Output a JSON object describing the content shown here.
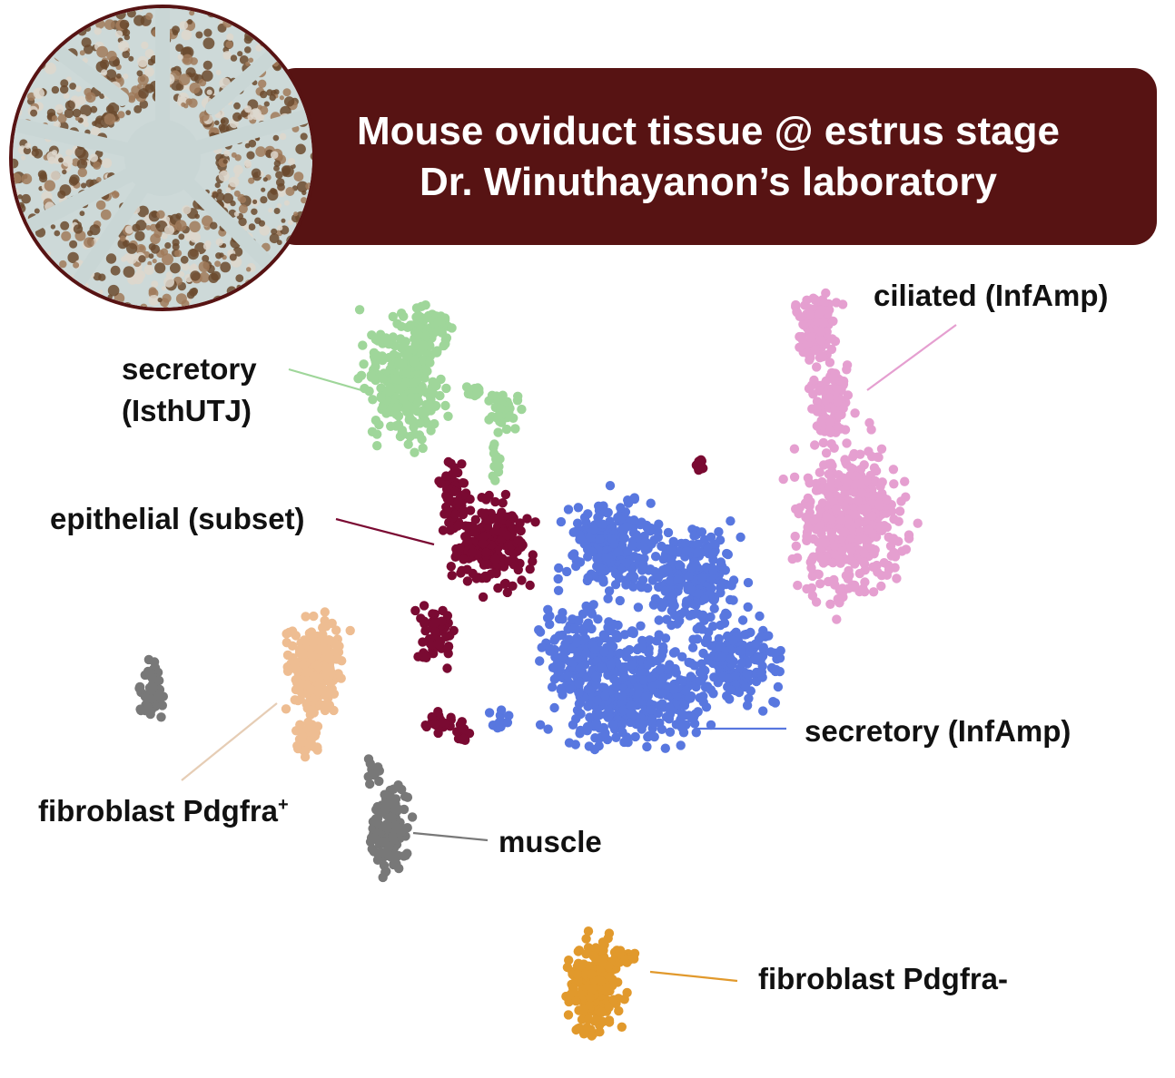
{
  "title": {
    "line1": "Mouse oviduct tissue @ estrus stage",
    "line2": "Dr. Winuthayanon’s laboratory"
  },
  "colors": {
    "banner": "#571313",
    "secretory_isthutj": "#9fd69a",
    "ciliated_infamp": "#e59fd0",
    "epithelial_subset": "#7a0a32",
    "secretory_infamp": "#5877df",
    "fibroblast_pdgfra_plus": "#eebd92",
    "muscle": "#787878",
    "fibroblast_pdgfra_minus": "#e1992c"
  },
  "chart_data": {
    "type": "scatter",
    "title": "",
    "xlabel": "",
    "ylabel": "",
    "grid": false,
    "axes_visible": false,
    "series": [
      {
        "name": "secretory (IsthUTJ)",
        "color": "#9fd69a",
        "label_line1": "secretory",
        "label_line2": "(IsthUTJ)"
      },
      {
        "name": "ciliated (InfAmp)",
        "color": "#e59fd0",
        "label_line1": "ciliated (InfAmp)",
        "label_line2": ""
      },
      {
        "name": "epithelial (subset)",
        "color": "#7a0a32",
        "label_line1": "epithelial (subset)",
        "label_line2": ""
      },
      {
        "name": "secretory (InfAmp)",
        "color": "#5877df",
        "label_line1": "secretory (InfAmp)",
        "label_line2": ""
      },
      {
        "name": "fibroblast Pdgfra+",
        "color": "#eebd92",
        "label_line1": "fibroblast Pdgfra",
        "label_sup": "+",
        "label_line2": ""
      },
      {
        "name": "muscle",
        "color": "#787878",
        "label_line1": "muscle",
        "label_line2": ""
      },
      {
        "name": "fibroblast Pdgfra-",
        "color": "#e1992c",
        "label_line1": "fibroblast Pdgfra-",
        "label_line2": ""
      }
    ]
  }
}
